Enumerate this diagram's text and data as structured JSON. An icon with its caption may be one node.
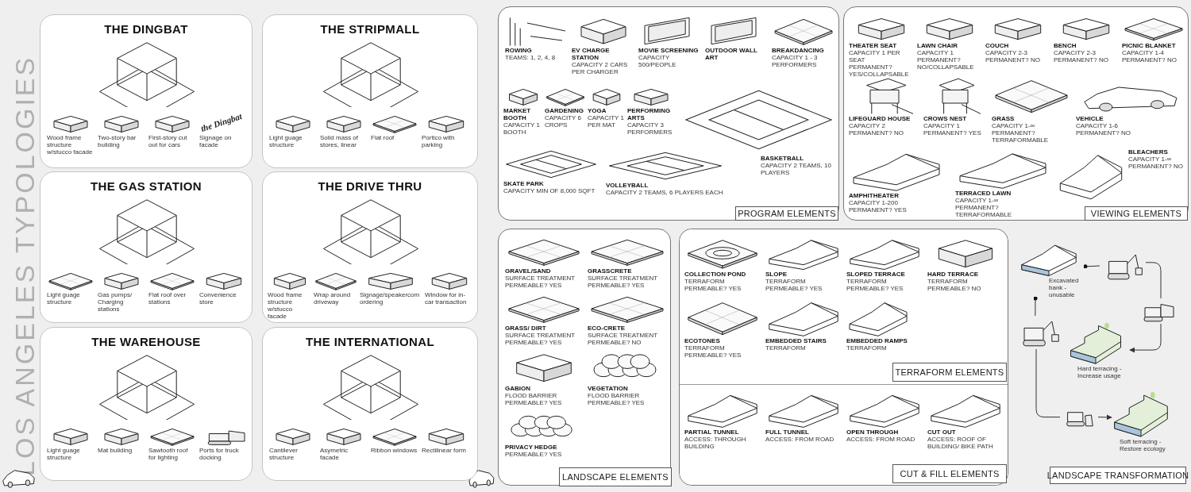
{
  "diagram": {
    "title": "LOS ANGELES TYPOLOGIES",
    "nodes": [
      {
        "text": [
          "THE DINGBAT"
        ]
      },
      {
        "text": [
          "Wood frame structure w/stucco facade"
        ],
        "in": 0
      },
      {
        "text": [
          "Two-story bar building"
        ],
        "in": 0
      },
      {
        "text": [
          "First-story cut out for cars"
        ],
        "in": 0
      },
      {
        "text": [
          "Signage on facade"
        ],
        "in": 0
      },
      {
        "text": [
          "THE STRIPMALL"
        ]
      },
      {
        "text": [
          "Light guage structure"
        ],
        "in": 5
      },
      {
        "text": [
          "Solid mass of stores, linear"
        ],
        "in": 5
      },
      {
        "text": [
          "Flat roof"
        ],
        "in": 5
      },
      {
        "text": [
          "Portico with parking"
        ],
        "in": 5
      },
      {
        "text": [
          "THE GAS STATION"
        ]
      },
      {
        "text": [
          "Light guage structure"
        ],
        "in": 10
      },
      {
        "text": [
          "Gas pumps/ Charging stations"
        ],
        "in": 10
      },
      {
        "text": [
          "Flat roof over stations"
        ],
        "in": 10
      },
      {
        "text": [
          "Convenience store"
        ],
        "in": 10
      },
      {
        "text": [
          "THE DRIVE THRU"
        ]
      },
      {
        "text": [
          "Wood frame structure w/stucco facade"
        ],
        "in": 15
      },
      {
        "text": [
          "Wrap around driveway"
        ],
        "in": 15
      },
      {
        "text": [
          "Signage/speakercom ordering"
        ],
        "in": 15
      },
      {
        "text": [
          "Window for in-car transaction"
        ],
        "in": 15
      },
      {
        "text": [
          "THE WAREHOUSE"
        ]
      },
      {
        "text": [
          "Light guage structure"
        ],
        "in": 20
      },
      {
        "text": [
          "Mat building"
        ],
        "in": 20
      },
      {
        "text": [
          "Sawtooth roof for lighting"
        ],
        "in": 20
      },
      {
        "text": [
          "Ports for truck docking"
        ],
        "in": 20
      },
      {
        "text": [
          "THE INTERNATIONAL"
        ]
      },
      {
        "text": [
          "Cantilever structure"
        ],
        "in": 25
      },
      {
        "text": [
          "Asymetric facade"
        ],
        "in": 25
      },
      {
        "text": [
          "Ribbon windows"
        ],
        "in": 25
      },
      {
        "text": [
          "Rectilinear form"
        ],
        "in": 25
      },
      {
        "text": [
          "PROGRAM ELEMENTS"
        ]
      },
      {
        "text": [
          "ROWING",
          "TEAMS: 1, 2, 4, 8"
        ],
        "in": 30
      },
      {
        "text": [
          "EV CHARGE STATION",
          "CAPACITY 2 CARS PER CHARGER"
        ],
        "in": 30
      },
      {
        "text": [
          "MOVIE SCREENING",
          "CAPACITY 500/PEOPLE"
        ],
        "in": 30
      },
      {
        "text": [
          "OUTDOOR WALL ART"
        ],
        "in": 30
      },
      {
        "text": [
          "BREAKDANCING",
          "CAPACITY 1 - 3 PERFORMERS"
        ],
        "in": 30
      },
      {
        "text": [
          "MARKET BOOTH",
          "CAPACITY 1 BOOTH"
        ],
        "in": 30
      },
      {
        "text": [
          "GARDENING",
          "CAPACITY 6 CROPS"
        ],
        "in": 30
      },
      {
        "text": [
          "YOGA",
          "CAPACITY 1 PER MAT"
        ],
        "in": 30
      },
      {
        "text": [
          "PERFORMING ARTS",
          "CAPACITY 3 PERFORMERS"
        ],
        "in": 30
      },
      {
        "text": [
          "BASKETBALL",
          "CAPACITY 2 TEAMS, 10 PLAYERS"
        ],
        "in": 30
      },
      {
        "text": [
          "SKATE PARK",
          "CAPACITY MIN OF 8,000 SQFT"
        ],
        "in": 30
      },
      {
        "text": [
          "VOLLEYBALL",
          "CAPACITY 2 TEAMS, 6 PLAYERS EACH"
        ],
        "in": 30
      },
      {
        "text": [
          "VIEWING ELEMENTS"
        ]
      },
      {
        "text": [
          "THEATER SEAT",
          "CAPACITY 1 PER SEAT",
          "PERMANENT? YES/COLLAPSABLE"
        ],
        "in": 43
      },
      {
        "text": [
          "LAWN CHAIR",
          "CAPACITY 1",
          "PERMANENT? NO/COLLAPSABLE"
        ],
        "in": 43
      },
      {
        "text": [
          "COUCH",
          "CAPACITY 2-3",
          "PERMANENT? NO"
        ],
        "in": 43
      },
      {
        "text": [
          "BENCH",
          "CAPACITY 2-3",
          "PERMANENT? NO"
        ],
        "in": 43
      },
      {
        "text": [
          "PICNIC BLANKET",
          "CAPACITY 1-4",
          "PERMANENT? NO"
        ],
        "in": 43
      },
      {
        "text": [
          "LIFEGUARD HOUSE",
          "CAPACITY 2",
          "PERMANENT? NO"
        ],
        "in": 43
      },
      {
        "text": [
          "CROWS NEST",
          "CAPACITY 1",
          "PERMANENT? YES"
        ],
        "in": 43
      },
      {
        "text": [
          "GRASS",
          "CAPACITY 1-∞",
          "PERMANENT? TERRAFORMABLE"
        ],
        "in": 43
      },
      {
        "text": [
          "VEHICLE",
          "CAPACITY 1-6",
          "PERMANENT? NO"
        ],
        "in": 43
      },
      {
        "text": [
          "AMPHITHEATER",
          "CAPACITY 1-200",
          "PERMANENT? YES"
        ],
        "in": 43
      },
      {
        "text": [
          "TERRACED LAWN",
          "CAPACITY 1-∞",
          "PERMANENT? TERRAFORMABLE"
        ],
        "in": 43
      },
      {
        "text": [
          "BLEACHERS",
          "CAPACITY 1-∞",
          "PERMANENT? NO"
        ],
        "in": 43
      },
      {
        "text": [
          "LANDSCAPE ELEMENTS"
        ]
      },
      {
        "text": [
          "GRAVEL/SAND",
          "SURFACE TREATMENT",
          "PERMEABLE? YES"
        ],
        "in": 56
      },
      {
        "text": [
          "GRASSCRETE",
          "SURFACE TREATMENT",
          "PERMEABLE? YES"
        ],
        "in": 56
      },
      {
        "text": [
          "GRASS/ DIRT",
          "SURFACE TREATMENT",
          "PERMEABLE? YES"
        ],
        "in": 56
      },
      {
        "text": [
          "ECO-CRETE",
          "SURFACE TREATMENT",
          "PERMEABLE? NO"
        ],
        "in": 56
      },
      {
        "text": [
          "GABION",
          "FLOOD BARRIER",
          "PERMEABLE? YES"
        ],
        "in": 56
      },
      {
        "text": [
          "VEGETATION",
          "FLOOD BARRIER",
          "PERMEABLE? YES"
        ],
        "in": 56
      },
      {
        "text": [
          "PRIVACY HEDGE",
          "PERMEABLE? YES"
        ],
        "in": 56
      },
      {
        "text": [],
        "shape": "box"
      },
      {
        "text": [
          "TERRAFORM ELEMENTS"
        ],
        "in": 64
      },
      {
        "text": [
          "COLLECTION POND",
          "TERRAFORM",
          "PERMEABLE? YES"
        ],
        "in": 65
      },
      {
        "text": [
          "SLOPE",
          "TERRAFORM",
          "PERMEABLE? YES"
        ],
        "in": 65
      },
      {
        "text": [
          "SLOPED TERRACE",
          "TERRAFORM",
          "PERMEABLE? YES"
        ],
        "in": 65
      },
      {
        "text": [
          "HARD TERRACE",
          "TERRAFORM",
          "PERMEABLE? NO"
        ],
        "in": 65
      },
      {
        "text": [
          "ECOTONES",
          "TERRAFORM",
          "PERMEABLE? YES"
        ],
        "in": 65
      },
      {
        "text": [
          "EMBEDDED STAIRS",
          "TERRAFORM"
        ],
        "in": 65
      },
      {
        "text": [
          "EMBEDDED RAMPS",
          "TERRAFORM"
        ],
        "in": 65
      },
      {
        "text": [
          "CUT & FILL ELEMENTS"
        ],
        "in": 64
      },
      {
        "text": [
          "PARTIAL TUNNEL",
          "ACCESS: THROUGH BUILDING"
        ],
        "in": 73
      },
      {
        "text": [
          "FULL TUNNEL",
          "ACCESS: FROM ROAD"
        ],
        "in": 73
      },
      {
        "text": [
          "OPEN THROUGH",
          "ACCESS: FROM ROAD"
        ],
        "in": 73
      },
      {
        "text": [
          "CUT OUT",
          "ACCESS: ROOF OF BUILDING/ BIKE PATH"
        ],
        "in": 73
      },
      {
        "text": [
          "Excavated bank -unusable"
        ]
      },
      {
        "text": [],
        "shape": "picture"
      },
      {
        "text": [],
        "shape": "picture"
      },
      {
        "text": [
          "Hard terracing -Increase usage"
        ]
      },
      {
        "text": [],
        "shape": "picture"
      },
      {
        "text": [],
        "shape": "picture"
      },
      {
        "text": [
          "Soft terracing -Restore ecology"
        ]
      },
      {
        "text": [
          "LANDSCAPE TRANSFORMATION"
        ]
      }
    ],
    "edges": [
      {
        "from": 78,
        "to": 79,
        "arrow": "other"
      },
      {
        "from": 79,
        "to": 80,
        "arrow": "none"
      },
      {
        "from": 80,
        "to": 81,
        "arrow": "to"
      },
      {
        "from": 78,
        "to": 82,
        "arrow": "other"
      },
      {
        "from": 82,
        "to": 83,
        "arrow": "none"
      },
      {
        "from": 83,
        "to": 84,
        "arrow": "to"
      }
    ],
    "labels": [
      "the Dingbat"
    ]
  }
}
